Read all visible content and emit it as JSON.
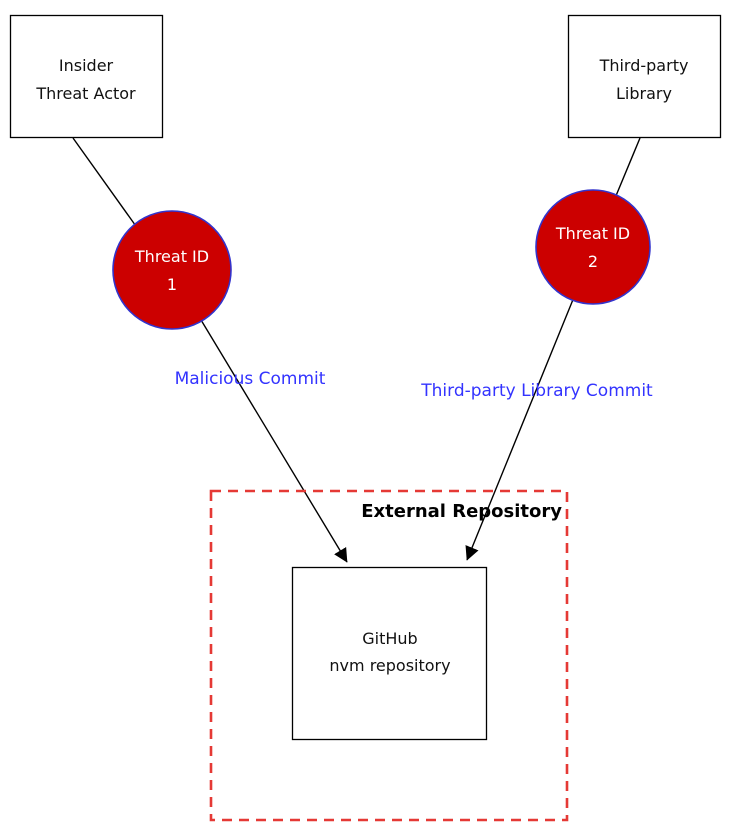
{
  "diagram": {
    "nodes": {
      "insider_threat_actor": {
        "line1": "Insider",
        "line2": "Threat Actor"
      },
      "third_party_library": {
        "line1": "Third-party",
        "line2": "Library"
      },
      "threat_id_1": {
        "line1": "Threat ID",
        "line2": "1"
      },
      "threat_id_2": {
        "line1": "Threat ID",
        "line2": "2"
      },
      "github_nvm_repository": {
        "line1": "GitHub",
        "line2": "nvm repository"
      }
    },
    "edge_labels": {
      "malicious_commit": "Malicious Commit",
      "third_party_library_commit": "Third-party Library Commit"
    },
    "container": {
      "label": "External Repository"
    },
    "colors": {
      "threat_node_fill": "#cc0000",
      "threat_node_border": "#3333cc",
      "edge_label_text": "#3333ff",
      "container_border": "#e53935",
      "edge_color": "#000000"
    }
  }
}
